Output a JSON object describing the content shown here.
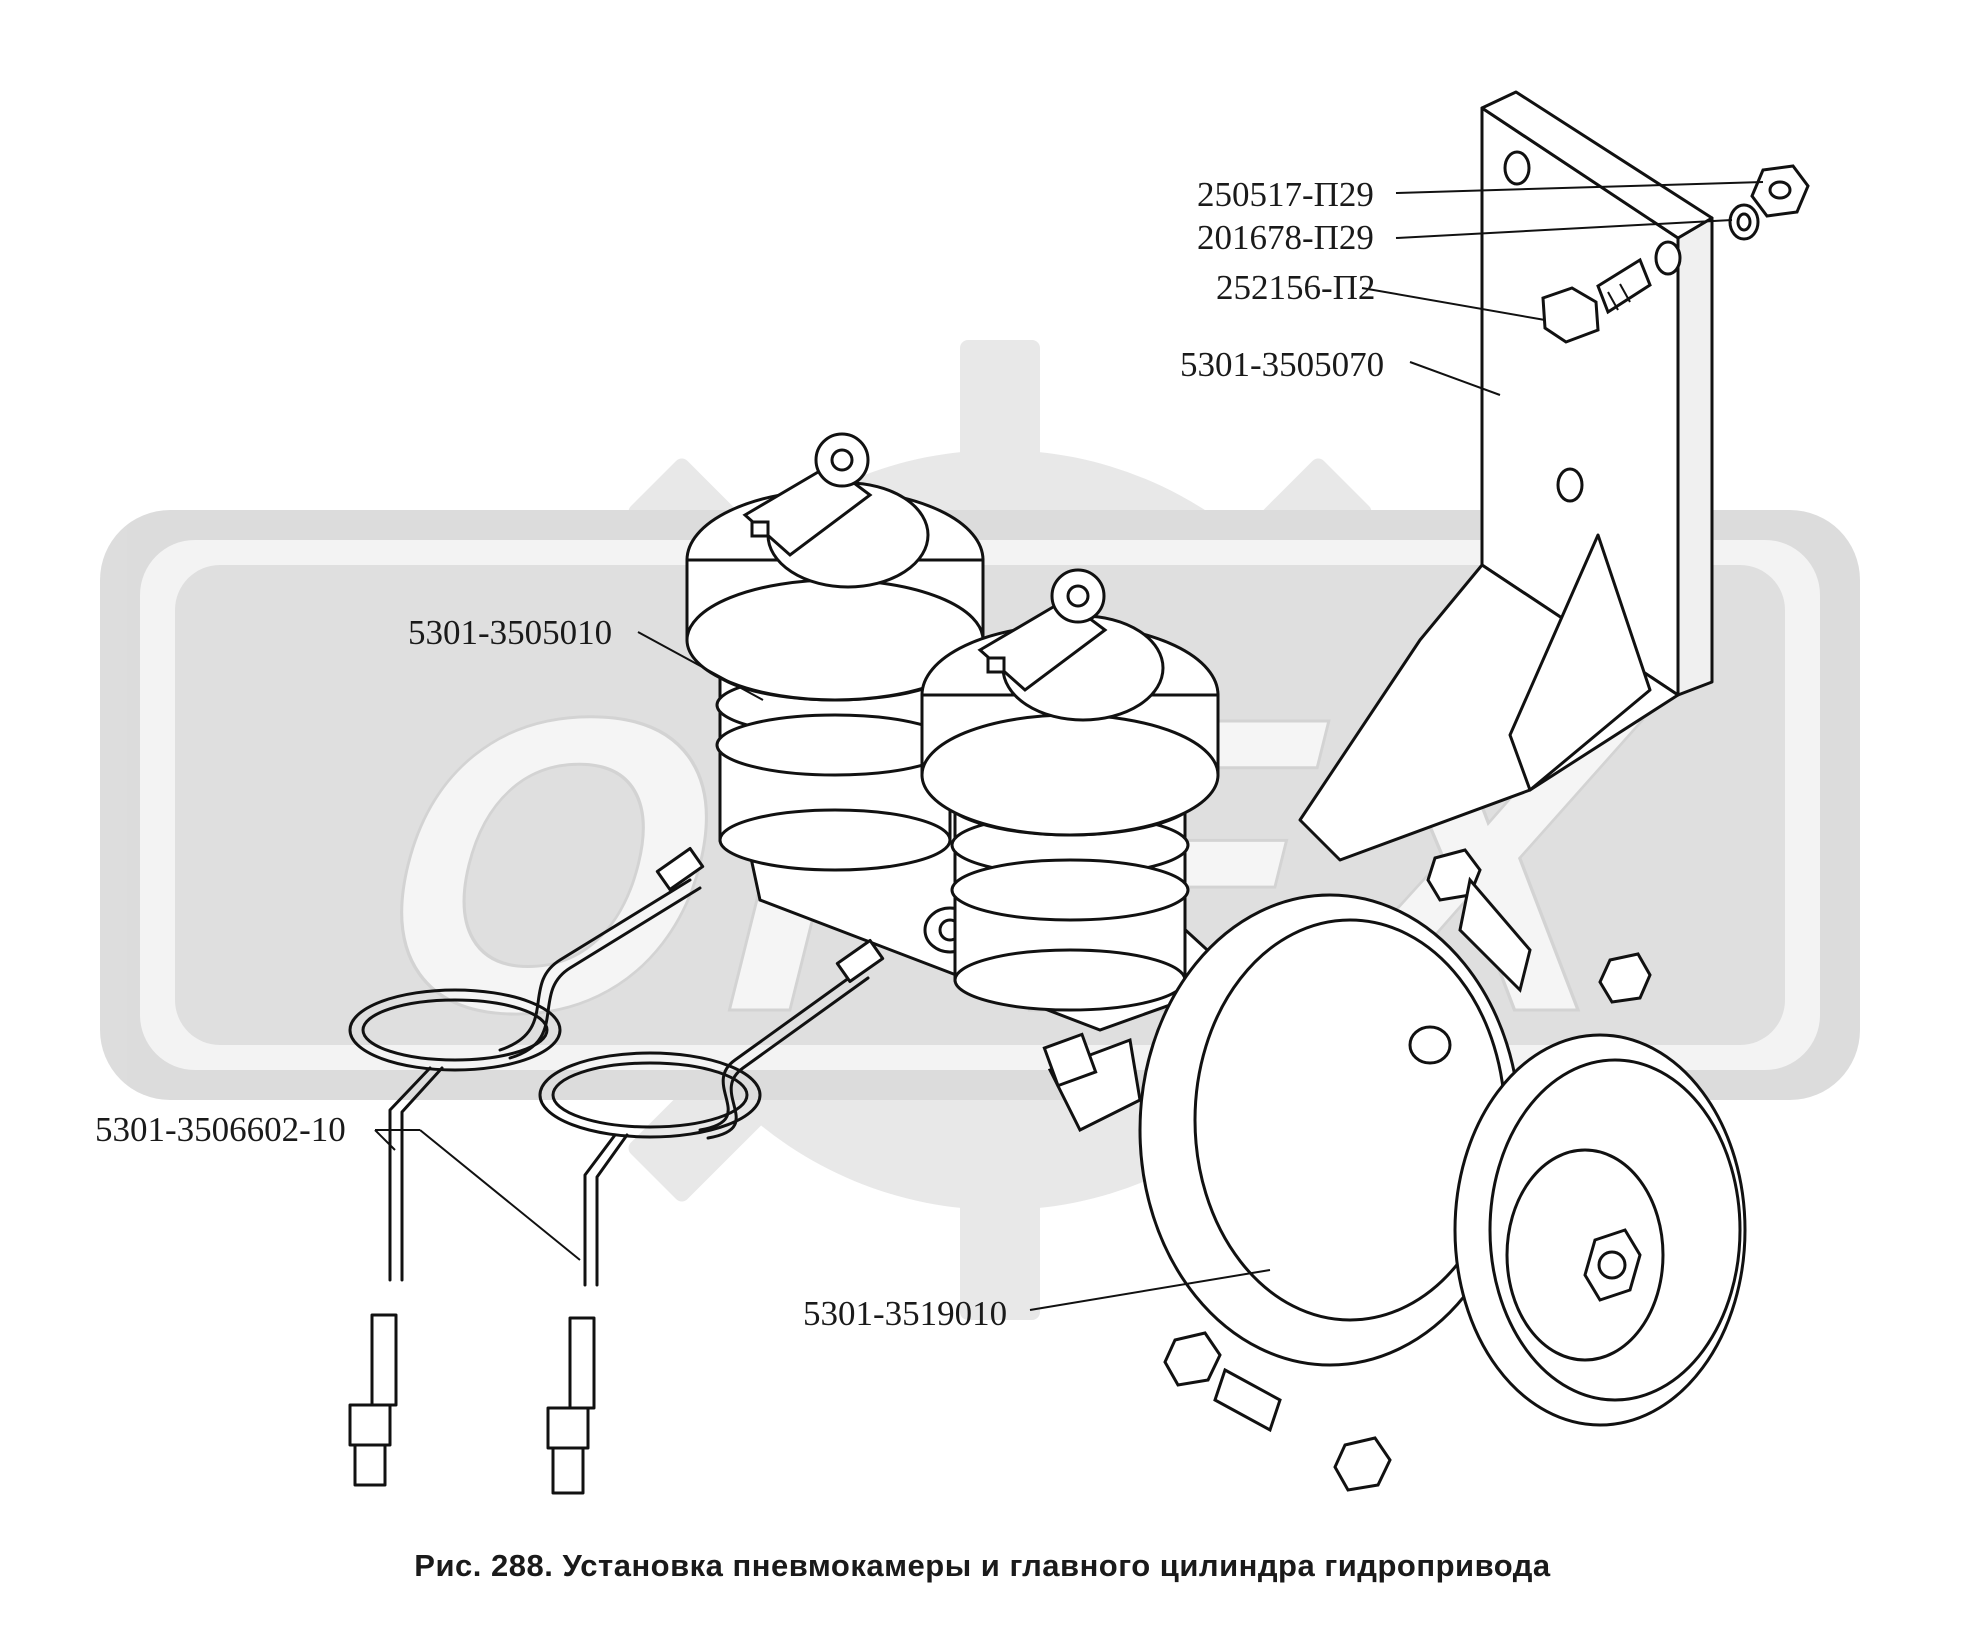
{
  "figure": {
    "caption": "Рис. 288. Установка пневмокамеры и главного цилиндра гидропривода",
    "watermark": "ОРЕХ"
  },
  "parts": {
    "nut": "250517-П29",
    "washer": "201678-П29",
    "bolt": "252156-П2",
    "bracket": "5301-3505070",
    "master_cylinder": "5301-3505010",
    "brake_tubes": "5301-3506602-10",
    "air_chamber": "5301-3519010"
  }
}
